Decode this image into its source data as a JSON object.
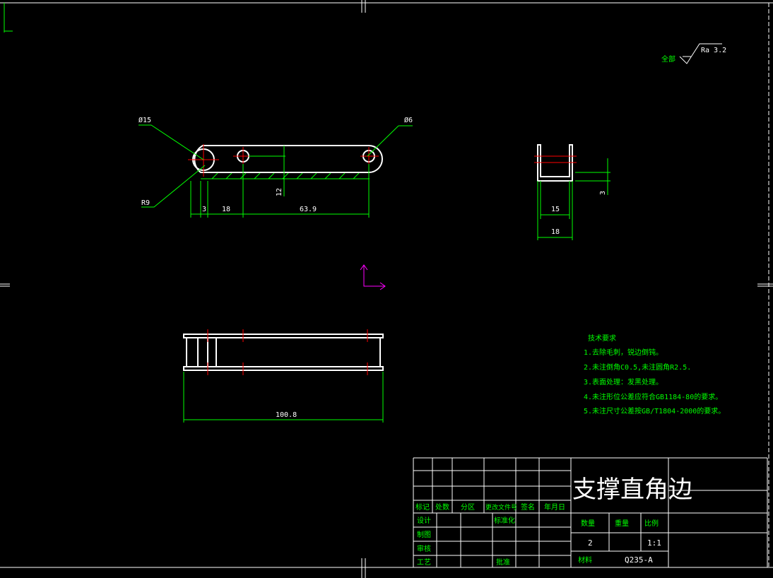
{
  "colors": {
    "background": "#000000",
    "outline": "#ffffff",
    "dimension": "#00ff00",
    "center": "#ff0000",
    "ucs": "#ff00ff"
  },
  "surface_finish": {
    "prefix": "全部",
    "value": "Ra 3.2"
  },
  "front_view": {
    "dia_big": "Ø15",
    "dia_small": "Ø6",
    "radius": "R9",
    "height": "12",
    "d1": "3",
    "d2": "18",
    "d3": "63.9"
  },
  "side_view": {
    "t": "3",
    "inner": "15",
    "outer": "18"
  },
  "top_view": {
    "length": "100.8"
  },
  "notes": {
    "title": "技术要求",
    "items": [
      "1.去除毛刺，锐边倒钝。",
      "2.未注倒角C0.5,未注圆角R2.5.",
      "3.表面处理：发黑处理。",
      "4.未注形位公差应符合GB1184-80的要求。",
      "5.未注尺寸公差按GB/T1804-2000的要求。"
    ]
  },
  "title_block": {
    "part_name": "支撑直角边",
    "rev_headers": [
      "标记",
      "处数",
      "分区",
      "更改文件号",
      "签名",
      "年月日"
    ],
    "left_labels": [
      "设计",
      "制图",
      "审核",
      "工艺"
    ],
    "standardize": "标准化",
    "approve": "批准",
    "qty_label": "数量",
    "weight_label": "重量",
    "scale_label": "比例",
    "qty": "2",
    "scale": "1:1",
    "material_label": "材料",
    "material": "Q235-A"
  }
}
